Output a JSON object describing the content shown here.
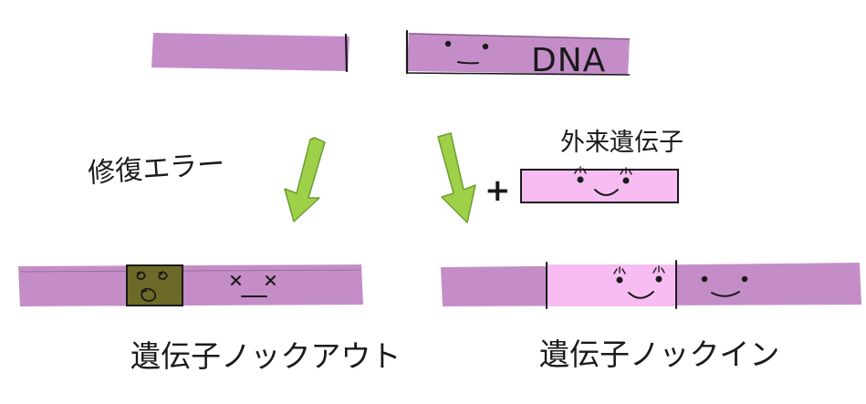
{
  "dna_label": "DNA",
  "repair_error_label": "修復エラー",
  "foreign_gene_label": "外来遺伝子",
  "plus_sign": "+",
  "knockout_label": "遺伝子ノックアウト",
  "knockin_label": "遺伝子ノックイン",
  "colors": {
    "dna": "#c48dc8",
    "foreign": "#f7bdf2",
    "damaged": "#6d6a27",
    "arrow": "#9fd04a",
    "outline": "#1a1a1a"
  }
}
